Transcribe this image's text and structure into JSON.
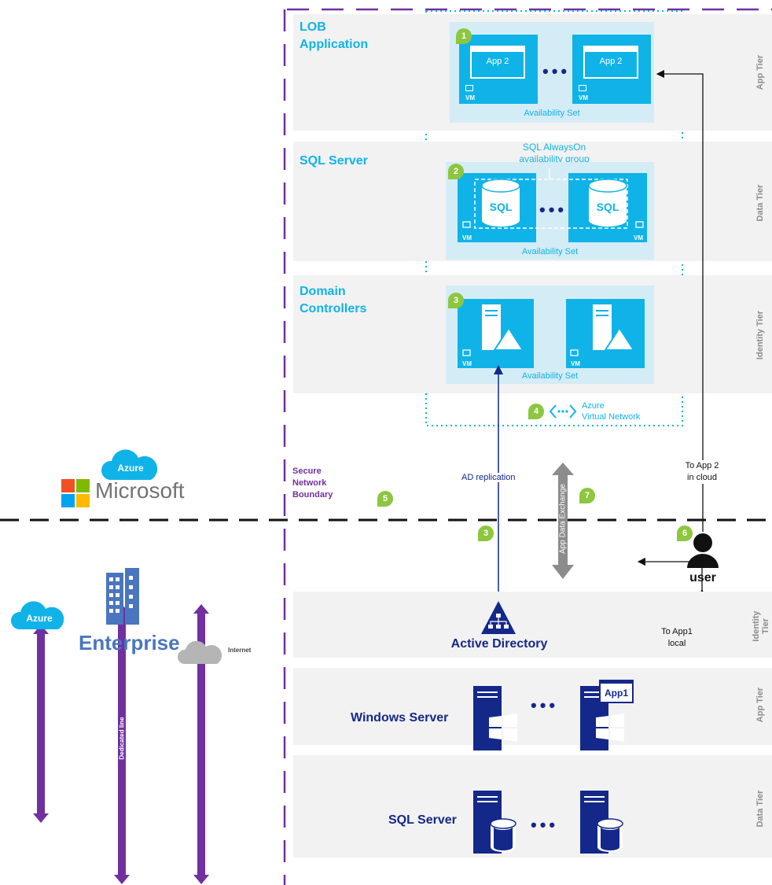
{
  "cloud": {
    "tiers": [
      {
        "title": "LOB\nApplication",
        "side": "App Tier"
      },
      {
        "title": "SQL Server",
        "side": "Data Tier"
      },
      {
        "title": "Domain\nControllers",
        "side": "Identity Tier"
      }
    ],
    "app_vm_label": "App 2",
    "sql_label": "SQL",
    "vm_label": "VM",
    "availability_set": "Availability Set",
    "alwayson": "SQL AlwaysOn\navailability group",
    "vnet": "Azure\nVirtual Network",
    "boundary": "Secure\nNetwork\nBoundary",
    "azure_cloud": "Azure",
    "microsoft": "Microsoft"
  },
  "badges": [
    "1",
    "2",
    "3",
    "4",
    "5",
    "6",
    "7",
    "3"
  ],
  "connections": {
    "ad_replication": "AD replication",
    "app_data_exchange": "App Data Exchange",
    "to_app2": "To App 2\nin cloud",
    "to_app1": "To App1\nlocal",
    "user": "user"
  },
  "enterprise": {
    "title": "Enterprise",
    "active_directory": "Active Directory",
    "identity_tier": "Identity\nTier",
    "app_tier": "App Tier",
    "data_tier": "Data Tier",
    "windows_server": "Windows Server",
    "sql_server": "SQL Server",
    "app1": "App1"
  },
  "legend": {
    "azure": "Azure",
    "dedicated": "Dedicated line",
    "internet": "Internet"
  },
  "colors": {
    "azure_blue": "#10b3e8",
    "navy": "#14288a",
    "purple": "#7030a0",
    "green": "#8dc63f",
    "tier_gray": "#f2f2f2",
    "set_bg": "#d4ecf5"
  }
}
